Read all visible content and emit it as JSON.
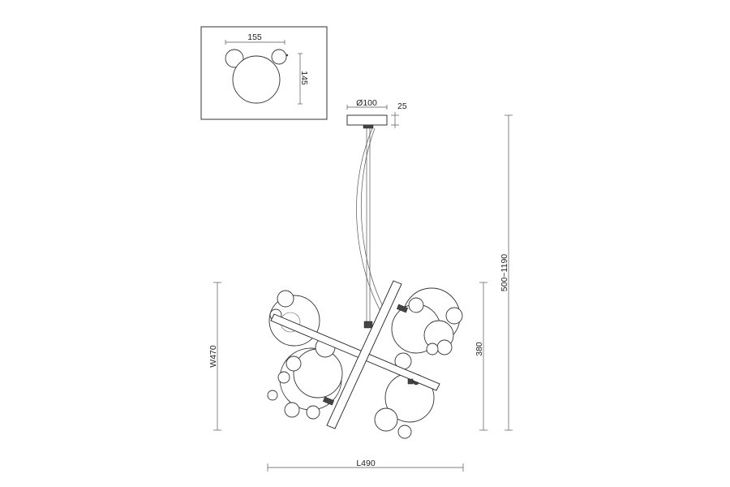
{
  "detail_view": {
    "width_label": "155",
    "height_label": "145"
  },
  "canopy": {
    "diameter_label": "Ø100",
    "height_label": "25"
  },
  "fixture": {
    "total_height_label": "500~1190",
    "body_height_label": "380",
    "width_label": "W470",
    "length_label": "L490"
  }
}
